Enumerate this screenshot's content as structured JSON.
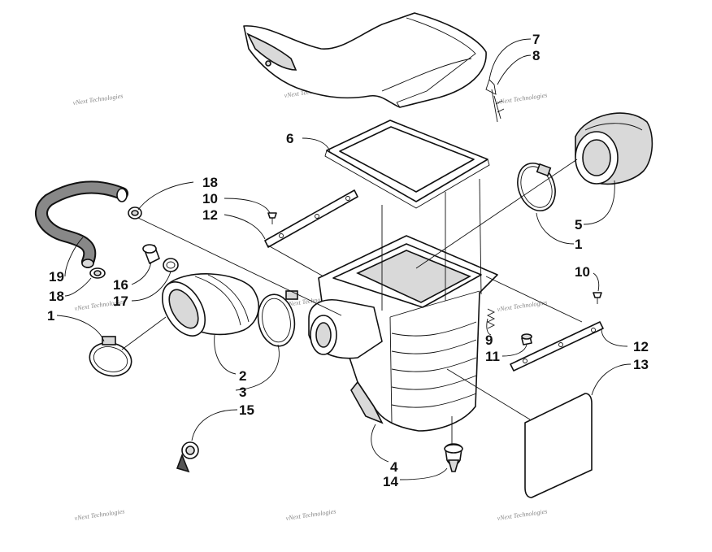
{
  "watermark": "vNext Technologies",
  "callouts": [
    {
      "id": "c7",
      "label": "7"
    },
    {
      "id": "c8",
      "label": "8"
    },
    {
      "id": "c6",
      "label": "6"
    },
    {
      "id": "c18a",
      "label": "18"
    },
    {
      "id": "c10a",
      "label": "10"
    },
    {
      "id": "c12a",
      "label": "12"
    },
    {
      "id": "c5",
      "label": "5"
    },
    {
      "id": "c1a",
      "label": "1"
    },
    {
      "id": "c19",
      "label": "19"
    },
    {
      "id": "c18b",
      "label": "18"
    },
    {
      "id": "c16",
      "label": "16"
    },
    {
      "id": "c17",
      "label": "17"
    },
    {
      "id": "c1b",
      "label": "1"
    },
    {
      "id": "c10b",
      "label": "10"
    },
    {
      "id": "c9",
      "label": "9"
    },
    {
      "id": "c11",
      "label": "11"
    },
    {
      "id": "c12b",
      "label": "12"
    },
    {
      "id": "c13",
      "label": "13"
    },
    {
      "id": "c2",
      "label": "2"
    },
    {
      "id": "c3",
      "label": "3"
    },
    {
      "id": "c15",
      "label": "15"
    },
    {
      "id": "c4",
      "label": "4"
    },
    {
      "id": "c14",
      "label": "14"
    }
  ]
}
